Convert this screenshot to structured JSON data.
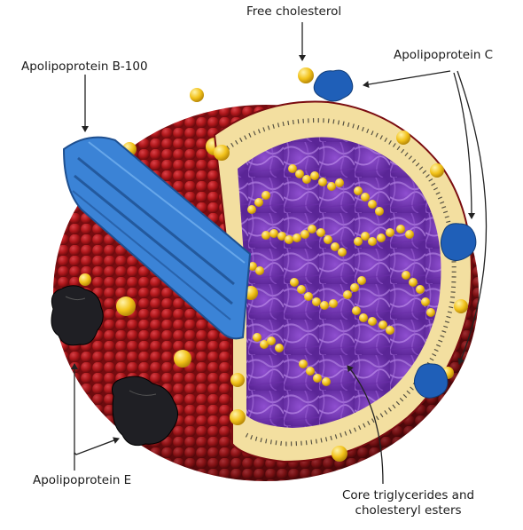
{
  "labels": {
    "free_cholesterol": "Free cholesterol",
    "apolipoprotein_c": "Apolipoprotein C",
    "apolipoprotein_b100": "Apolipoprotein B-100",
    "apolipoprotein_e": "Apolipoprotein E",
    "core_line1": "Core triglycerides and",
    "core_line2": "cholesteryl esters"
  },
  "colors": {
    "phospholipid_head": "#b5181c",
    "phospholipid_shadow": "#6e0a0d",
    "inner_shell": "#f3dfa0",
    "core": "#7a3bb5",
    "core_strand": "#b07fe0",
    "cholesterol": "#f2c21a",
    "apo_b100": "#3b83d6",
    "apo_c": "#1f5fb8",
    "apo_e": "#1f1f24",
    "arrow": "#222222"
  }
}
